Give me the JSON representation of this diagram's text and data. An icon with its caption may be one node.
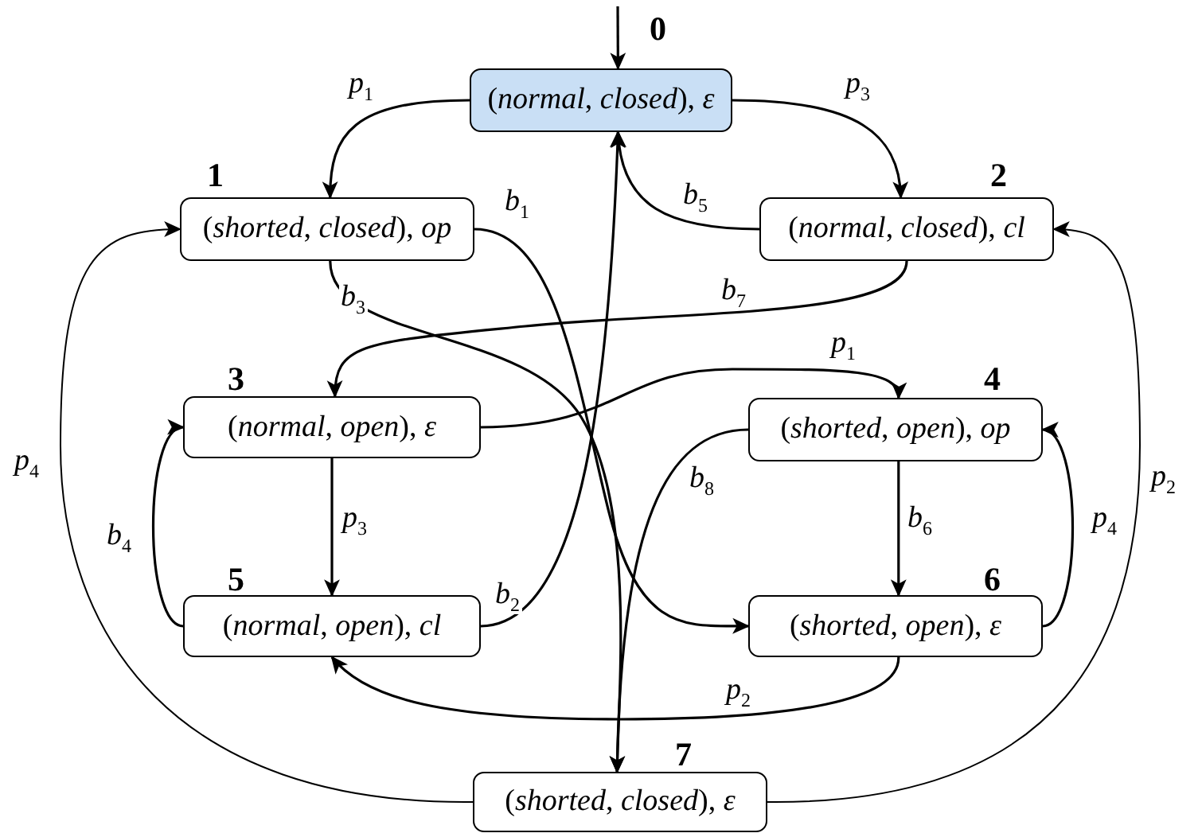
{
  "diagram": {
    "nodes": [
      {
        "text": [
          "(*normal*, *closed*), *ε*"
        ],
        "beside": [
          "0"
        ]
      },
      {
        "text": [
          "(*shorted*, *closed*), *op*"
        ],
        "beside": [
          "1"
        ]
      },
      {
        "text": [
          "(*normal*, *closed*), *cl*"
        ],
        "beside": [
          "2"
        ]
      },
      {
        "text": [
          "(*normal*, *open*), *ε*"
        ],
        "beside": [
          "3"
        ]
      },
      {
        "text": [
          "(*shorted*, *open*), *op*"
        ],
        "beside": [
          "4"
        ]
      },
      {
        "text": [
          "(*normal*, *open*), *cl*"
        ],
        "beside": [
          "5"
        ]
      },
      {
        "text": [
          "(*shorted*, *open*), *ε*"
        ],
        "beside": [
          "6"
        ]
      },
      {
        "text": [
          "(*shorted*, *closed*), *ε*"
        ],
        "beside": [
          "7"
        ]
      }
    ],
    "edges": [
      {
        "from": null,
        "to": 0,
        "arrow": "to"
      },
      {
        "from": 0,
        "to": 1,
        "arrow": "to",
        "label": "*p*$_{1}$"
      },
      {
        "from": 0,
        "to": 2,
        "arrow": "to",
        "label": "*p*$_{3}$"
      },
      {
        "from": 2,
        "to": 0,
        "arrow": "to",
        "label": "*b*$_{5}$"
      },
      {
        "from": 1,
        "to": 6,
        "arrow": "to",
        "label": "*b*$_{1}$"
      },
      {
        "from": 1,
        "to": 7,
        "arrow": "to",
        "label": "*b*$_{3}$"
      },
      {
        "from": 2,
        "to": 3,
        "arrow": "to",
        "label": "*b*$_{7}$"
      },
      {
        "from": 3,
        "to": 4,
        "arrow": "to",
        "label": "*p*$_{1}$"
      },
      {
        "from": 3,
        "to": 5,
        "arrow": "to",
        "label": "*p*$_{3}$"
      },
      {
        "from": 5,
        "to": 3,
        "arrow": "to",
        "label": "*b*$_{4}$"
      },
      {
        "from": 5,
        "to": 0,
        "arrow": "to",
        "label": "*b*$_{2}$"
      },
      {
        "from": 4,
        "to": 7,
        "arrow": "to",
        "label": "*b*$_{8}$"
      },
      {
        "from": 4,
        "to": 6,
        "arrow": "to",
        "label": "*b*$_{6}$"
      },
      {
        "from": 6,
        "to": 4,
        "arrow": "to",
        "label": "*p*$_{4}$"
      },
      {
        "from": 6,
        "to": 5,
        "arrow": "to",
        "label": "*p*$_{2}$"
      },
      {
        "from": 7,
        "to": 1,
        "arrow": "to",
        "label": "*p*$_{4}$"
      },
      {
        "from": 7,
        "to": 2,
        "arrow": "to",
        "label": "*p*$_{2}$"
      }
    ]
  }
}
